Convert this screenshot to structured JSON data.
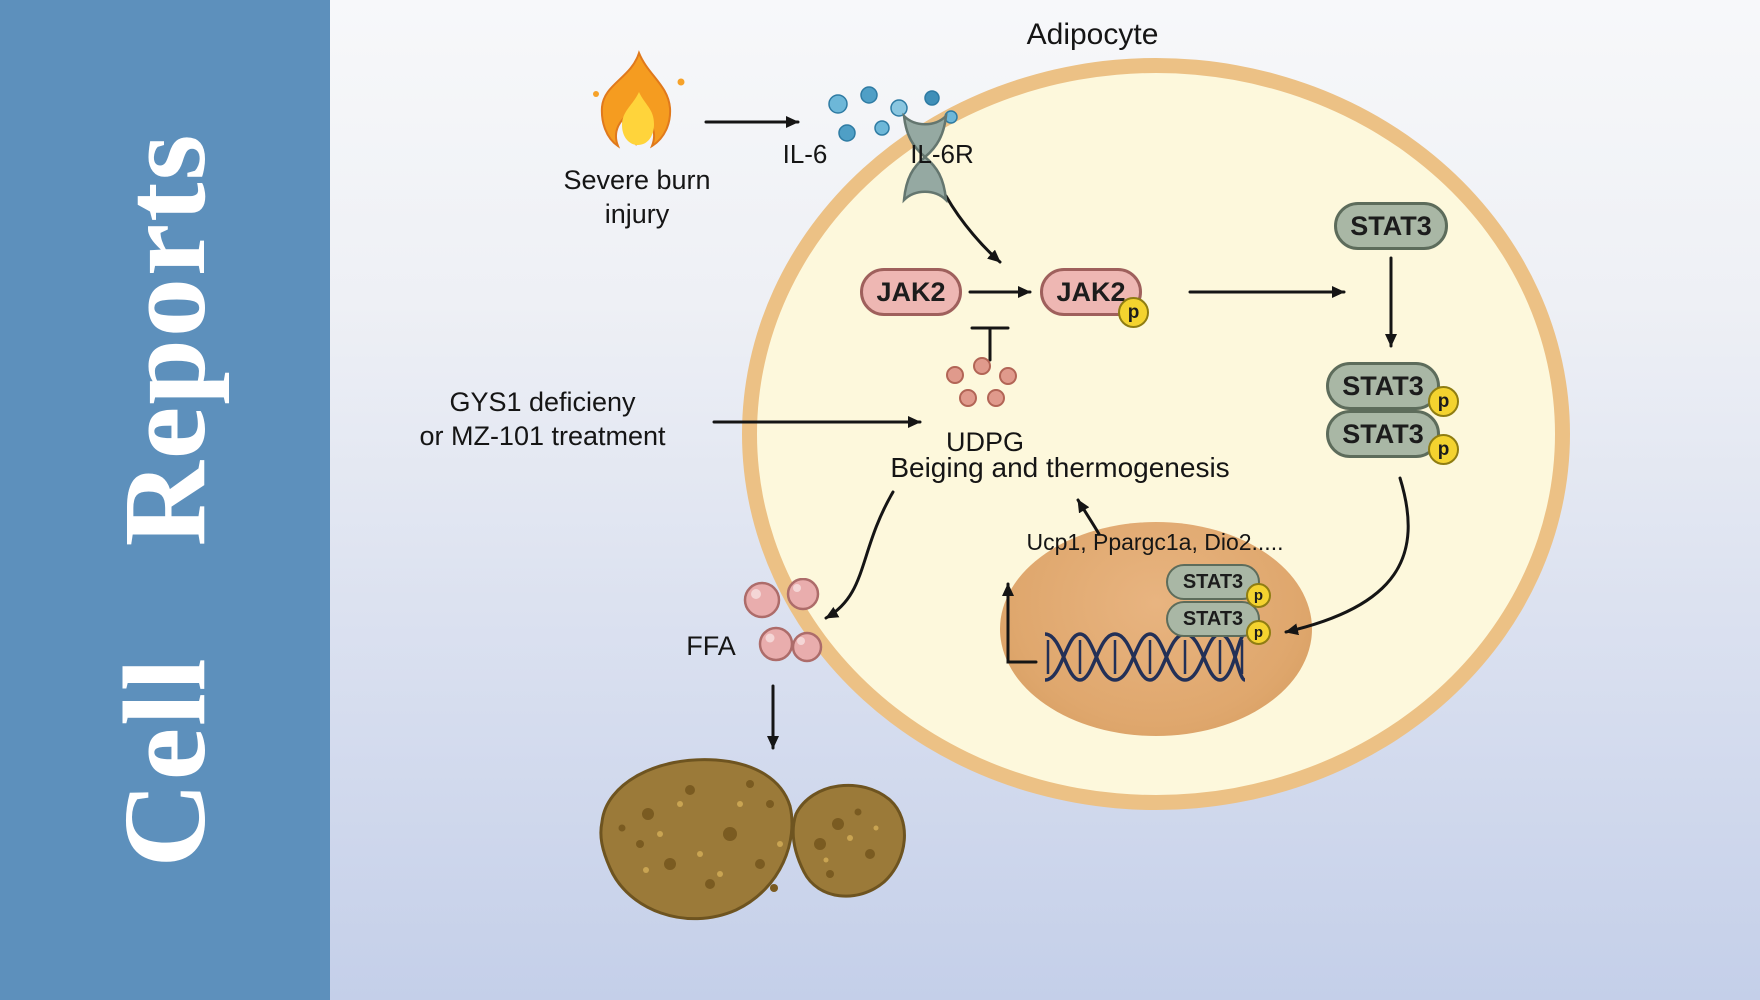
{
  "journal": {
    "cell": "Cell",
    "reports": "Reports"
  },
  "figure": {
    "adipocyte": "Adipocyte",
    "severe_burn_line1": "Severe burn",
    "severe_burn_line2": "injury",
    "il6": "IL-6",
    "il6r": "IL-6R",
    "jak2": "JAK2",
    "stat3": "STAT3",
    "p": "p",
    "gys1_line1": "GYS1 deficieny",
    "gys1_line2": "or MZ-101 treatment",
    "udpg": "UDPG",
    "beiging": "Beiging and thermogenesis",
    "genes": "Ucp1, Ppargc1a, Dio2.....",
    "ffa": "FFA"
  },
  "colors": {
    "sidebar-blue": "#5d90bc",
    "cell-fill": "#fdf8dc",
    "cell-border": "#ecc185",
    "nucleus-fill": "#dfa76d",
    "jak2-fill": "#eeb7b3",
    "jak2-border": "#9f605c",
    "stat3-fill": "#a9b7a5",
    "stat3-border": "#5d6c5b",
    "phospho-fill": "#f4d32f",
    "phospho-border": "#8f7d12",
    "il6-blue": "#6db7d8",
    "udpg-salmon": "#e09a8c",
    "ffa-pink": "#e9adad",
    "liver-brown": "#9b7a39",
    "arrow-black": "#151515"
  }
}
